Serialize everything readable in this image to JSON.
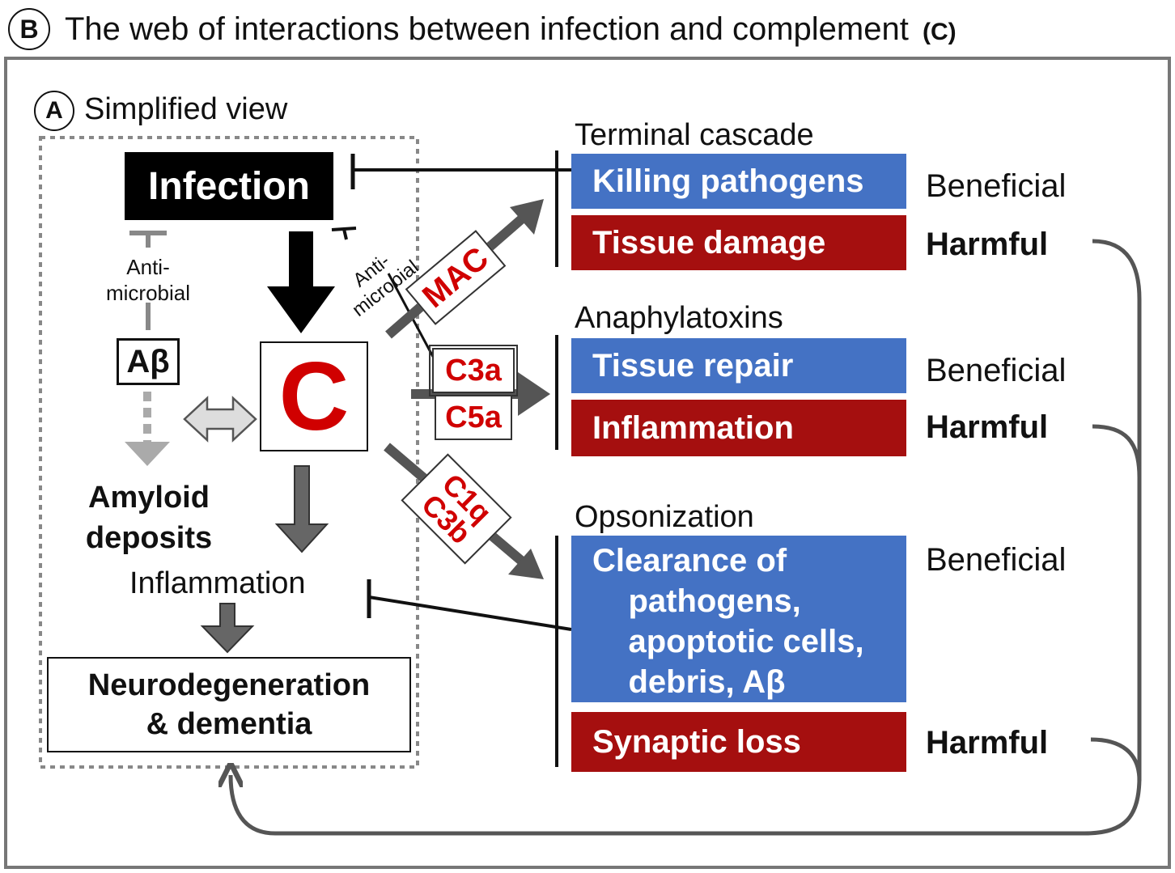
{
  "panel_b": {
    "letter": "B",
    "title": "The web of interactions between infection and complement",
    "suffix": "(C)"
  },
  "panel_a": {
    "letter": "A",
    "title": "Simplified view"
  },
  "left": {
    "infection": "Infection",
    "anti_microbial_left": "Anti-\nmicrobial",
    "abeta": "Aβ",
    "amyloid": "Amyloid\ndeposits",
    "complement": "C",
    "anti_microbial_right": "Anti-\nmicrobial",
    "inflammation": "Inflammation",
    "neuro": "Neurodegeneration\n& dementia"
  },
  "molecules": {
    "mac": "MAC",
    "c3a": "C3a",
    "c5a": "C5a",
    "c1q": "C1q",
    "c3b": "C3b"
  },
  "categories": {
    "terminal": "Terminal cascade",
    "anaphylatoxins": "Anaphylatoxins",
    "opsonization": "Opsonization"
  },
  "effects": {
    "killing": "Killing pathogens",
    "tissue_damage": "Tissue damage",
    "tissue_repair": "Tissue repair",
    "inflammation": "Inflammation",
    "clearance": "Clearance of\n    pathogens,\n    apoptotic cells,\n    debris, Aβ",
    "synaptic": "Synaptic loss"
  },
  "outcomes": {
    "beneficial_1": "Beneficial",
    "harmful_1": "Harmful",
    "beneficial_2": "Beneficial",
    "harmful_2": "Harmful",
    "beneficial_3": "Beneficial",
    "harmful_3": "Harmful"
  },
  "colors": {
    "beneficial_box": "#4472c4",
    "harmful_box": "#a50f0f",
    "complement_red": "#d00000",
    "arrow_gray": "#555555"
  }
}
